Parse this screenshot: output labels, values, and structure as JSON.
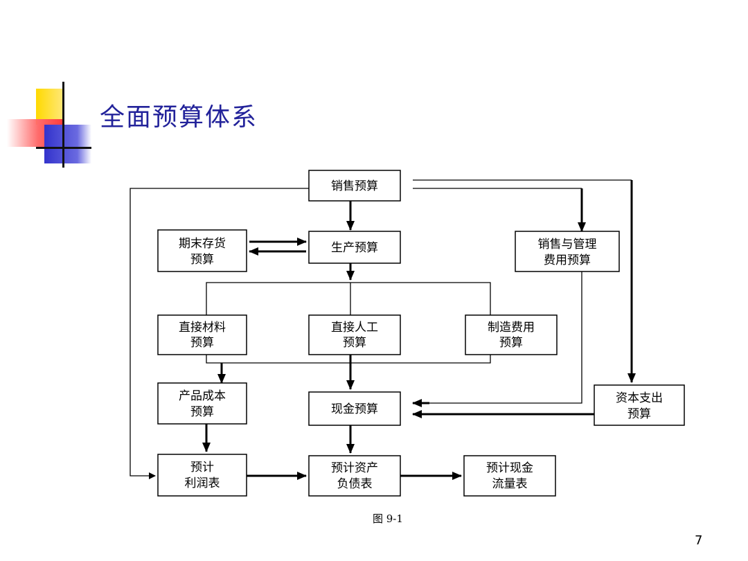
{
  "slide": {
    "title": "全面预算体系",
    "caption": "图 9-1",
    "page_number": "7"
  },
  "nodes": {
    "sales": [
      "销售预算"
    ],
    "ending_inventory": [
      "期末存货",
      "预算"
    ],
    "production": [
      "生产预算"
    ],
    "selling_admin": [
      "销售与管理",
      "费用预算"
    ],
    "direct_materials": [
      "直接材料",
      "预算"
    ],
    "direct_labor": [
      "直接人工",
      "预算"
    ],
    "overhead": [
      "制造费用",
      "预算"
    ],
    "product_cost": [
      "产品成本",
      "预算"
    ],
    "cash": [
      "现金预算"
    ],
    "capex": [
      "资本支出",
      "预算"
    ],
    "income_statement": [
      "预计",
      "利润表"
    ],
    "balance_sheet": [
      "预计资产",
      "负债表"
    ],
    "cash_flow": [
      "预计现金",
      "流量表"
    ]
  }
}
